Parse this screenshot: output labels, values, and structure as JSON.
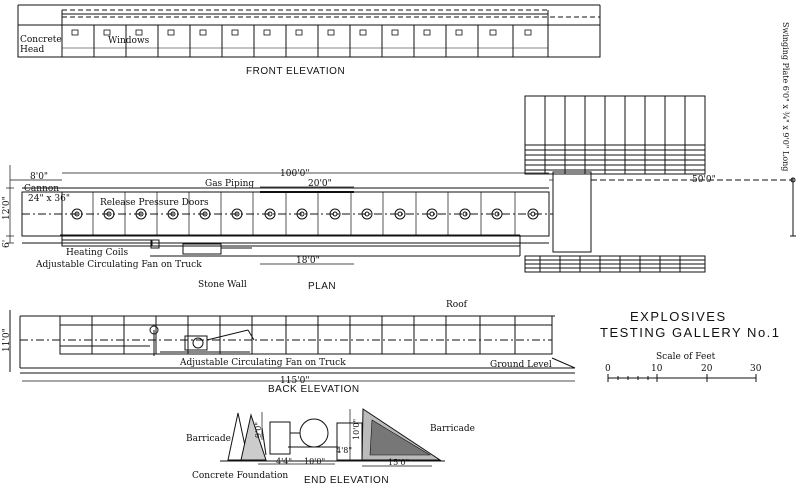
{
  "title": {
    "line1": "EXPLOSIVES",
    "line2": "TESTING GALLERY No.1"
  },
  "views": {
    "front": "FRONT ELEVATION",
    "plan": "PLAN",
    "back": "BACK ELEVATION",
    "end": "END ELEVATION"
  },
  "labels": {
    "concrete_head": "Concrete\nHead",
    "windows": "Windows",
    "swinging_plate": "Swinging Plate 6'0\" x ¾\" x 9'0\" Long",
    "cannon": "Cannon",
    "cannon_size": "24\" x 36\"",
    "gas_piping": "Gas Piping",
    "release_doors": "Release Pressure Doors",
    "heating_coils": "Heating Coils",
    "fan_plan": "Adjustable Circulating Fan on Truck",
    "stone_wall": "Stone Wall",
    "roof": "Roof",
    "fan_back": "Adjustable Circulating Fan on Truck",
    "ground_level": "Ground Level",
    "barricade_left": "Barricade",
    "barricade_right": "Barricade",
    "concrete_foundation": "Concrete Foundation"
  },
  "dimensions": {
    "d8": "8'0\"",
    "d100": "100'0\"",
    "d20": "20'0\"",
    "d18": "18'0\"",
    "d50": "50'0\"",
    "d12": "12'0\"",
    "d6": "6'",
    "d11": "11'0\"",
    "d115": "115'0\"",
    "d9": "9'0\"",
    "d10v": "10'0\"",
    "d4_4": "4'4\"",
    "d10h": "10'0\"",
    "d4_8": "4'8\"",
    "d15": "15'0\""
  },
  "scale": {
    "label": "Scale of Feet",
    "ticks": [
      "0",
      "10",
      "20",
      "30"
    ]
  }
}
